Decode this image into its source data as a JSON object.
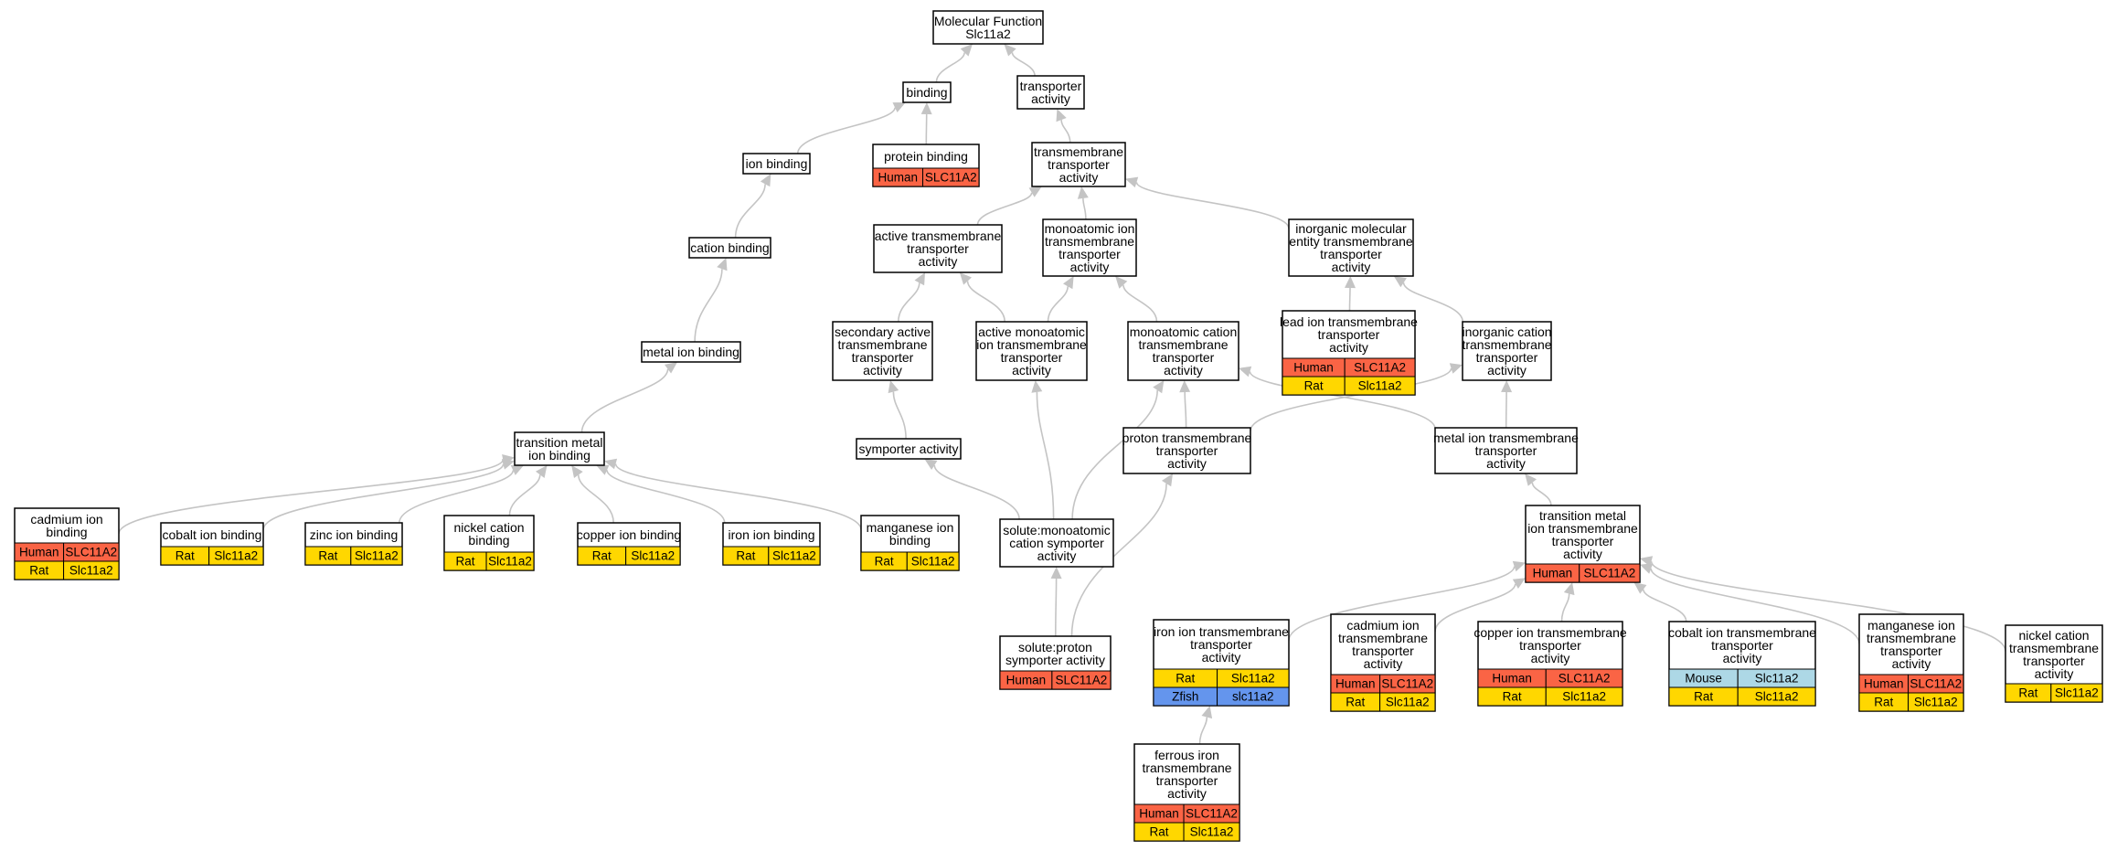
{
  "title_lines": [
    "Molecular Function",
    "Slc11a2"
  ],
  "colors": {
    "Human": "#fa6445",
    "Rat": "#ffd700",
    "Mouse": "#add8e6",
    "Zfish": "#6495ed",
    "edge": "#c4c4c4",
    "border": "#000000"
  },
  "nodes": [
    {
      "id": "mf",
      "lines": [
        "Molecular Function",
        "Slc11a2"
      ],
      "tags": []
    },
    {
      "id": "binding",
      "lines": [
        "binding"
      ],
      "tags": []
    },
    {
      "id": "transporter",
      "lines": [
        "transporter",
        "activity"
      ],
      "tags": []
    },
    {
      "id": "ionbind",
      "lines": [
        "ion binding"
      ],
      "tags": []
    },
    {
      "id": "protbind",
      "lines": [
        "protein binding"
      ],
      "tags": [
        {
          "species": "Human",
          "gene": "SLC11A2"
        }
      ]
    },
    {
      "id": "tmt",
      "lines": [
        "transmembrane",
        "transporter",
        "activity"
      ],
      "tags": []
    },
    {
      "id": "catbind",
      "lines": [
        "cation binding"
      ],
      "tags": []
    },
    {
      "id": "activetm",
      "lines": [
        "active transmembrane",
        "transporter",
        "activity"
      ],
      "tags": []
    },
    {
      "id": "monoion",
      "lines": [
        "monoatomic ion",
        "transmembrane",
        "transporter",
        "activity"
      ],
      "tags": []
    },
    {
      "id": "inorgmol",
      "lines": [
        "inorganic molecular",
        "entity transmembrane",
        "transporter",
        "activity"
      ],
      "tags": []
    },
    {
      "id": "metalbind",
      "lines": [
        "metal ion binding"
      ],
      "tags": []
    },
    {
      "id": "secactive",
      "lines": [
        "secondary active",
        "transmembrane",
        "transporter",
        "activity"
      ],
      "tags": []
    },
    {
      "id": "activemono",
      "lines": [
        "active monoatomic",
        "ion transmembrane",
        "transporter",
        "activity"
      ],
      "tags": []
    },
    {
      "id": "monocat",
      "lines": [
        "monoatomic cation",
        "transmembrane",
        "transporter",
        "activity"
      ],
      "tags": []
    },
    {
      "id": "leadion",
      "lines": [
        "lead ion transmembrane",
        "transporter",
        "activity"
      ],
      "tags": [
        {
          "species": "Human",
          "gene": "SLC11A2"
        },
        {
          "species": "Rat",
          "gene": "Slc11a2"
        }
      ]
    },
    {
      "id": "inorgcat",
      "lines": [
        "inorganic cation",
        "transmembrane",
        "transporter",
        "activity"
      ],
      "tags": []
    },
    {
      "id": "tmbind",
      "lines": [
        "transition metal",
        "ion binding"
      ],
      "tags": []
    },
    {
      "id": "symporter",
      "lines": [
        "symporter activity"
      ],
      "tags": []
    },
    {
      "id": "protontm",
      "lines": [
        "proton transmembrane",
        "transporter",
        "activity"
      ],
      "tags": []
    },
    {
      "id": "metaliontm",
      "lines": [
        "metal ion transmembrane",
        "transporter",
        "activity"
      ],
      "tags": []
    },
    {
      "id": "cadbind",
      "lines": [
        "cadmium ion",
        "binding"
      ],
      "tags": [
        {
          "species": "Human",
          "gene": "SLC11A2"
        },
        {
          "species": "Rat",
          "gene": "Slc11a2"
        }
      ]
    },
    {
      "id": "cobbind",
      "lines": [
        "cobalt ion binding"
      ],
      "tags": [
        {
          "species": "Rat",
          "gene": "Slc11a2"
        }
      ]
    },
    {
      "id": "zincbind",
      "lines": [
        "zinc ion binding"
      ],
      "tags": [
        {
          "species": "Rat",
          "gene": "Slc11a2"
        }
      ]
    },
    {
      "id": "nickbind",
      "lines": [
        "nickel cation",
        "binding"
      ],
      "tags": [
        {
          "species": "Rat",
          "gene": "Slc11a2"
        }
      ]
    },
    {
      "id": "copbind",
      "lines": [
        "copper ion binding"
      ],
      "tags": [
        {
          "species": "Rat",
          "gene": "Slc11a2"
        }
      ]
    },
    {
      "id": "ironbind",
      "lines": [
        "iron ion binding"
      ],
      "tags": [
        {
          "species": "Rat",
          "gene": "Slc11a2"
        }
      ]
    },
    {
      "id": "manbind",
      "lines": [
        "manganese ion",
        "binding"
      ],
      "tags": [
        {
          "species": "Rat",
          "gene": "Slc11a2"
        }
      ]
    },
    {
      "id": "solmono",
      "lines": [
        "solute:monoatomic",
        "cation symporter",
        "activity"
      ],
      "tags": []
    },
    {
      "id": "tmiontm",
      "lines": [
        "transition metal",
        "ion transmembrane",
        "transporter",
        "activity"
      ],
      "tags": [
        {
          "species": "Human",
          "gene": "SLC11A2"
        }
      ]
    },
    {
      "id": "solproton",
      "lines": [
        "solute:proton",
        "symporter activity"
      ],
      "tags": [
        {
          "species": "Human",
          "gene": "SLC11A2"
        }
      ]
    },
    {
      "id": "irontm",
      "lines": [
        "iron ion transmembrane",
        "transporter",
        "activity"
      ],
      "tags": [
        {
          "species": "Rat",
          "gene": "Slc11a2"
        },
        {
          "species": "Zfish",
          "gene": "slc11a2"
        }
      ]
    },
    {
      "id": "cadtm",
      "lines": [
        "cadmium ion",
        "transmembrane",
        "transporter",
        "activity"
      ],
      "tags": [
        {
          "species": "Human",
          "gene": "SLC11A2"
        },
        {
          "species": "Rat",
          "gene": "Slc11a2"
        }
      ]
    },
    {
      "id": "coptm",
      "lines": [
        "copper ion transmembrane",
        "transporter",
        "activity"
      ],
      "tags": [
        {
          "species": "Human",
          "gene": "SLC11A2"
        },
        {
          "species": "Rat",
          "gene": "Slc11a2"
        }
      ]
    },
    {
      "id": "cobtm",
      "lines": [
        "cobalt ion transmembrane",
        "transporter",
        "activity"
      ],
      "tags": [
        {
          "species": "Mouse",
          "gene": "Slc11a2"
        },
        {
          "species": "Rat",
          "gene": "Slc11a2"
        }
      ]
    },
    {
      "id": "mantm",
      "lines": [
        "manganese ion",
        "transmembrane",
        "transporter",
        "activity"
      ],
      "tags": [
        {
          "species": "Human",
          "gene": "SLC11A2"
        },
        {
          "species": "Rat",
          "gene": "Slc11a2"
        }
      ]
    },
    {
      "id": "nicktm",
      "lines": [
        "nickel cation",
        "transmembrane",
        "transporter",
        "activity"
      ],
      "tags": [
        {
          "species": "Rat",
          "gene": "Slc11a2"
        }
      ]
    },
    {
      "id": "ferrous",
      "lines": [
        "ferrous iron",
        "transmembrane",
        "transporter",
        "activity"
      ],
      "tags": [
        {
          "species": "Human",
          "gene": "SLC11A2"
        },
        {
          "species": "Rat",
          "gene": "Slc11a2"
        }
      ]
    }
  ],
  "edges": [
    [
      "binding",
      "mf"
    ],
    [
      "transporter",
      "mf"
    ],
    [
      "ionbind",
      "binding"
    ],
    [
      "protbind",
      "binding"
    ],
    [
      "tmt",
      "transporter"
    ],
    [
      "catbind",
      "ionbind"
    ],
    [
      "activetm",
      "tmt"
    ],
    [
      "monoion",
      "tmt"
    ],
    [
      "inorgmol",
      "tmt"
    ],
    [
      "metalbind",
      "catbind"
    ],
    [
      "secactive",
      "activetm"
    ],
    [
      "activemono",
      "activetm"
    ],
    [
      "activemono",
      "monoion"
    ],
    [
      "monocat",
      "monoion"
    ],
    [
      "leadion",
      "inorgmol"
    ],
    [
      "inorgcat",
      "inorgmol"
    ],
    [
      "tmbind",
      "metalbind"
    ],
    [
      "symporter",
      "secactive"
    ],
    [
      "protontm",
      "monocat"
    ],
    [
      "protontm",
      "inorgcat"
    ],
    [
      "metaliontm",
      "monocat"
    ],
    [
      "metaliontm",
      "inorgcat"
    ],
    [
      "cadbind",
      "tmbind"
    ],
    [
      "cobbind",
      "tmbind"
    ],
    [
      "zincbind",
      "tmbind"
    ],
    [
      "nickbind",
      "tmbind"
    ],
    [
      "copbind",
      "tmbind"
    ],
    [
      "ironbind",
      "tmbind"
    ],
    [
      "manbind",
      "tmbind"
    ],
    [
      "solmono",
      "symporter"
    ],
    [
      "solmono",
      "activemono"
    ],
    [
      "solmono",
      "monocat"
    ],
    [
      "tmiontm",
      "metaliontm"
    ],
    [
      "solproton",
      "solmono"
    ],
    [
      "solproton",
      "protontm"
    ],
    [
      "irontm",
      "tmiontm"
    ],
    [
      "cadtm",
      "tmiontm"
    ],
    [
      "coptm",
      "tmiontm"
    ],
    [
      "cobtm",
      "tmiontm"
    ],
    [
      "mantm",
      "tmiontm"
    ],
    [
      "nicktm",
      "tmiontm"
    ],
    [
      "ferrous",
      "irontm"
    ]
  ]
}
